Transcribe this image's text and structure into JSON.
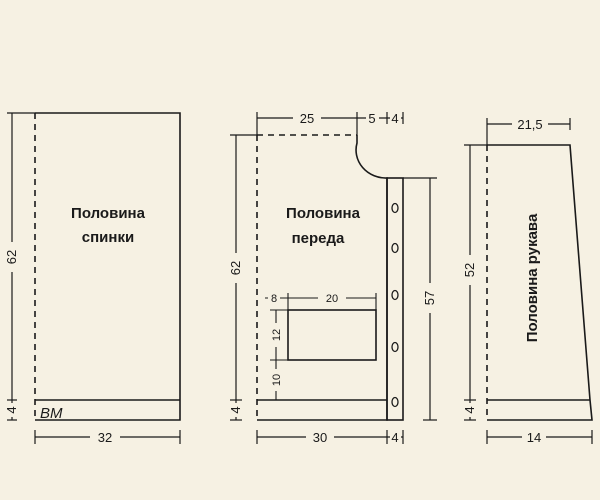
{
  "colors": {
    "background": "#f6f1e3",
    "ink": "#1a1a1a"
  },
  "back": {
    "label_line1": "Половина",
    "label_line2": "спинки",
    "height": "62",
    "hem": "4",
    "width": "32",
    "mark": "BM"
  },
  "front": {
    "label_line1": "Половина",
    "label_line2": "переда",
    "top_width": "25",
    "neck_width": "5",
    "band_top": "4",
    "height": "62",
    "hem": "4",
    "bottom_width": "30",
    "band_bottom": "4",
    "band_height": "57",
    "pocket_offset": "8",
    "pocket_width": "20",
    "pocket_height": "12",
    "pocket_bottom": "10"
  },
  "sleeve": {
    "label": "Половина рукава",
    "top_width": "21,5",
    "height": "52",
    "cuff": "4",
    "bottom_width": "14"
  }
}
